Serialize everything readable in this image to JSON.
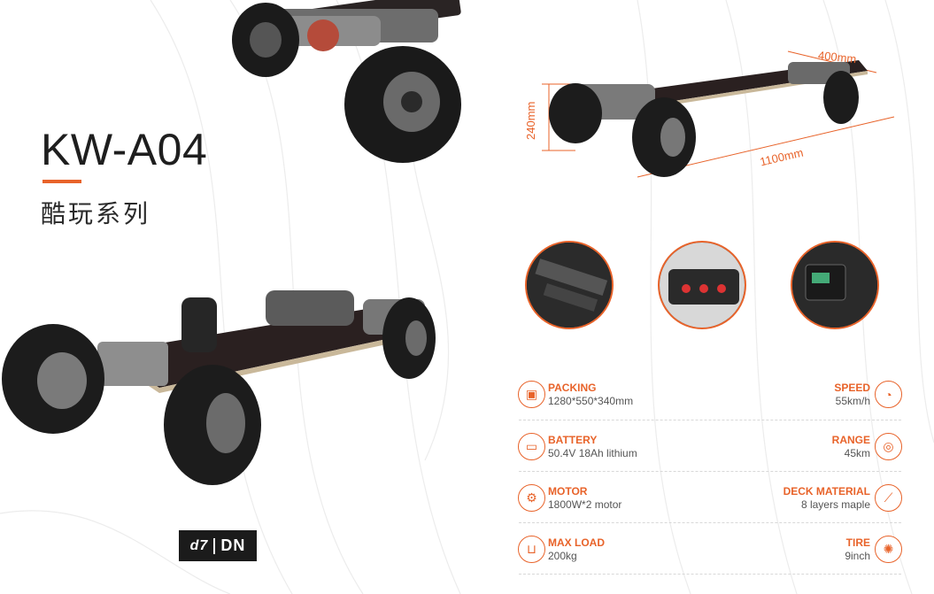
{
  "product": {
    "model": "KW-A04",
    "series": "酷玩系列"
  },
  "brand": {
    "logo_mark": "d7",
    "logo_text": "DN"
  },
  "dimensions": {
    "height": "240mm",
    "width": "400mm",
    "length": "1100mm"
  },
  "colors": {
    "accent": "#e8632a",
    "logo_bg": "#1b1b1b"
  },
  "specs_left": [
    {
      "name": "PACKING",
      "value": "1280*550*340mm",
      "icon": "box-icon"
    },
    {
      "name": "BATTERY",
      "value": "50.4V 18Ah lithium",
      "icon": "battery-icon"
    },
    {
      "name": "MOTOR",
      "value": "1800W*2 motor",
      "icon": "motor-icon"
    },
    {
      "name": "MAX LOAD",
      "value": "200kg",
      "icon": "weight-icon"
    }
  ],
  "specs_right": [
    {
      "name": "SPEED",
      "value": "55km/h",
      "icon": "speedometer-icon"
    },
    {
      "name": "RANGE",
      "value": "45km",
      "icon": "range-icon"
    },
    {
      "name": "DECK MATERIAL",
      "value": "8 layers maple",
      "icon": "deck-icon"
    },
    {
      "name": "TIRE",
      "value": "9inch",
      "icon": "tire-icon"
    }
  ]
}
